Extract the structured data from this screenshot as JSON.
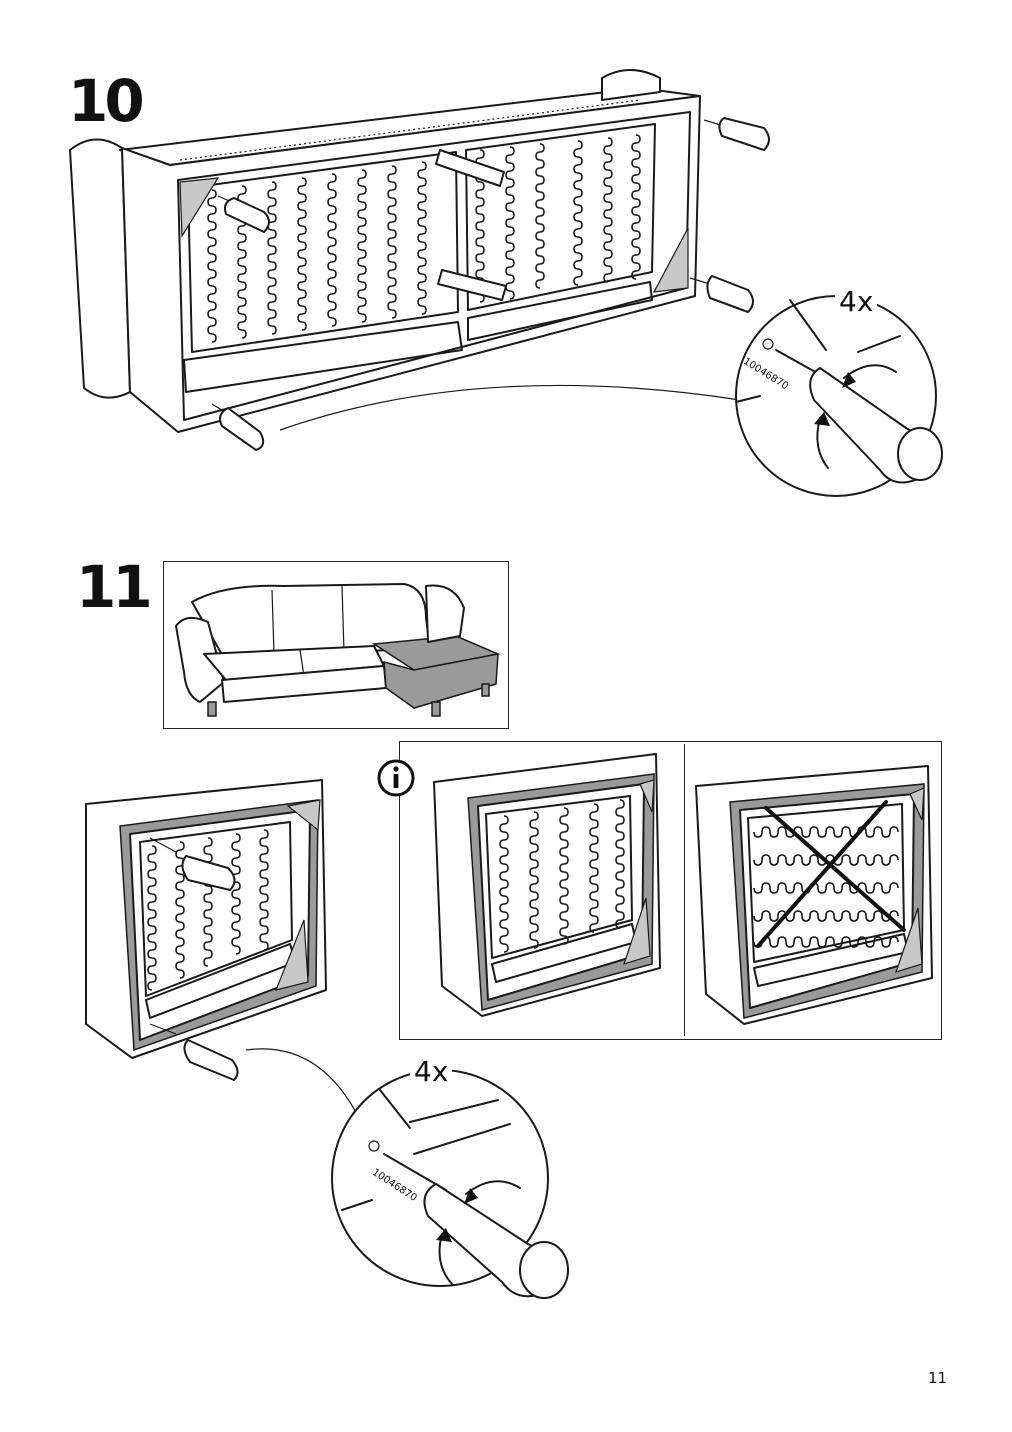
{
  "steps": [
    {
      "number": "10",
      "quantity": "4x",
      "part_number": "10046870"
    },
    {
      "number": "11",
      "quantity": "4x",
      "part_number": "10046870"
    }
  ],
  "info_box": {
    "icon": "info-icon"
  },
  "page_number": "11"
}
